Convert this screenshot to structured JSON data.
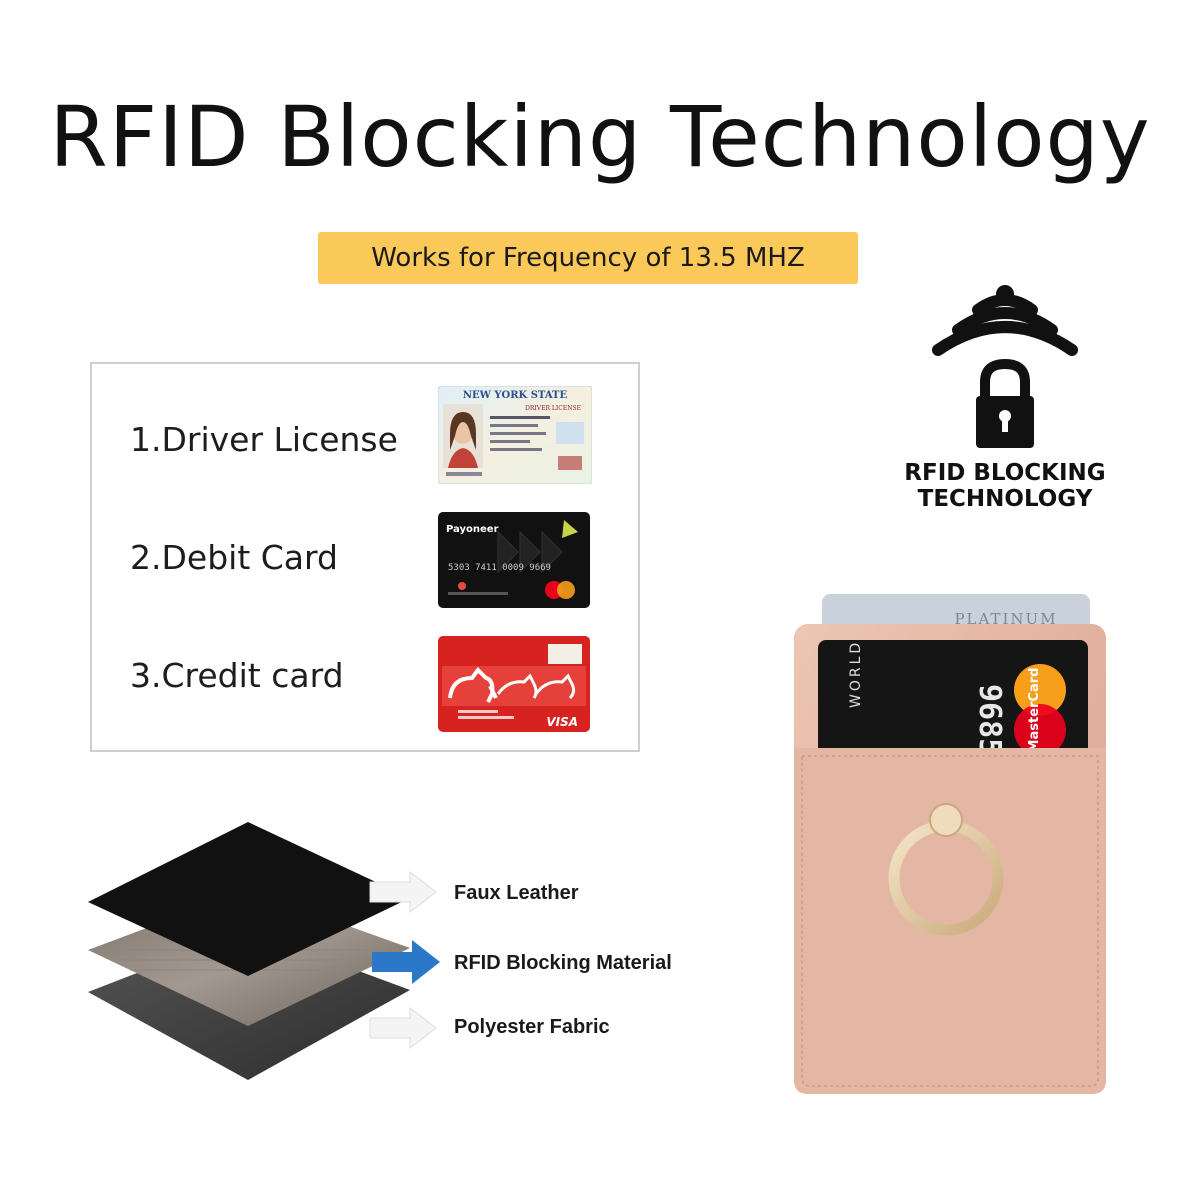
{
  "title": "RFID Blocking Technology",
  "frequency_banner": "Works for Frequency of 13.5 MHZ",
  "card_types": [
    {
      "label": "1.Driver License",
      "image": "driver-license"
    },
    {
      "label": "2.Debit Card",
      "image": "debit-card"
    },
    {
      "label": "3.Credit card",
      "image": "credit-card"
    }
  ],
  "license_card": {
    "header": "NEW YORK STATE",
    "subheader": "DRIVER LICENSE"
  },
  "debit_card": {
    "brand": "Payoneer",
    "number": "5303 7411 0009 9669"
  },
  "credit_card": {
    "network": "VISA"
  },
  "badge": {
    "line1": "RFID BLOCKING",
    "line2": "TECHNOLOGY",
    "icon": "wifi-lock-icon"
  },
  "layers": [
    {
      "label": "Faux Leather"
    },
    {
      "label": "RFID Blocking Material"
    },
    {
      "label": "Polyester Fabric"
    }
  ],
  "product": {
    "back_card": "PLATINUM",
    "front_card_text": "WORLD",
    "front_card_number": "9685",
    "front_card_brand": "MasterCard"
  },
  "colors": {
    "banner": "#fbc85a",
    "wallet": "#e6b9a6",
    "arrow_blue": "#2b78c9"
  }
}
